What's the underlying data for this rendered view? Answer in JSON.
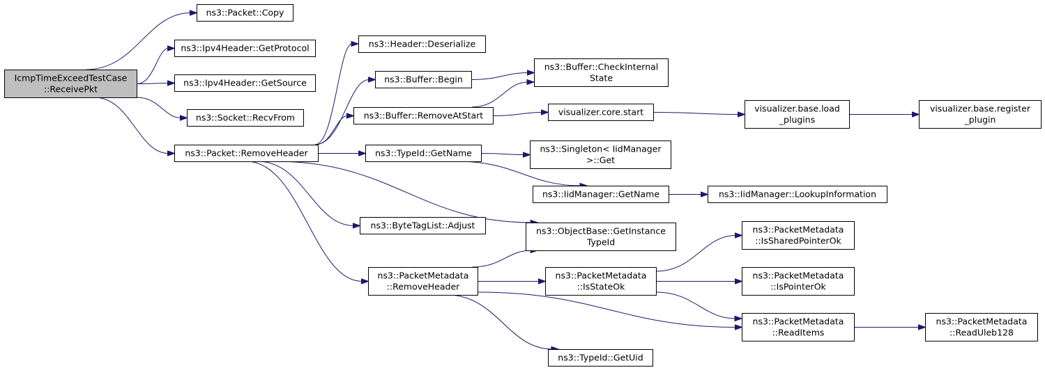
{
  "nodes": [
    {
      "id": "n0",
      "lines": [
        "IcmpTimeExceedTestCase",
        "::ReceivePkt"
      ],
      "root": true
    },
    {
      "id": "n1",
      "lines": [
        "ns3::Packet::Copy"
      ]
    },
    {
      "id": "n2",
      "lines": [
        "ns3::Ipv4Header::GetProtocol"
      ]
    },
    {
      "id": "n3",
      "lines": [
        "ns3::Ipv4Header::GetSource"
      ]
    },
    {
      "id": "n4",
      "lines": [
        "ns3::Socket::RecvFrom"
      ]
    },
    {
      "id": "n5",
      "lines": [
        "ns3::Packet::RemoveHeader"
      ]
    },
    {
      "id": "n6",
      "lines": [
        "ns3::Header::Deserialize"
      ]
    },
    {
      "id": "n7",
      "lines": [
        "ns3::Buffer::Begin"
      ]
    },
    {
      "id": "n8",
      "lines": [
        "ns3::Buffer::RemoveAtStart"
      ]
    },
    {
      "id": "n9",
      "lines": [
        "ns3::TypeId::GetName"
      ]
    },
    {
      "id": "n10",
      "lines": [
        "ns3::ByteTagList::Adjust"
      ]
    },
    {
      "id": "n11",
      "lines": [
        "ns3::PacketMetadata",
        "::RemoveHeader"
      ]
    },
    {
      "id": "n12",
      "lines": [
        "ns3::Buffer::CheckInternal",
        "State"
      ]
    },
    {
      "id": "n13",
      "lines": [
        "visualizer.core.start"
      ]
    },
    {
      "id": "n14",
      "lines": [
        "ns3::Singleton< IidManager",
        " >::Get"
      ]
    },
    {
      "id": "n15",
      "lines": [
        "ns3::IidManager::GetName"
      ]
    },
    {
      "id": "n16",
      "lines": [
        "ns3::ObjectBase::GetInstance",
        "TypeId"
      ]
    },
    {
      "id": "n17",
      "lines": [
        "ns3::PacketMetadata",
        "::IsStateOk"
      ]
    },
    {
      "id": "n18",
      "lines": [
        "ns3::TypeId::GetUid"
      ]
    },
    {
      "id": "n19",
      "lines": [
        "visualizer.base.load",
        "_plugins"
      ]
    },
    {
      "id": "n20",
      "lines": [
        "visualizer.base.register",
        "_plugin"
      ]
    },
    {
      "id": "n21",
      "lines": [
        "ns3::IidManager::LookupInformation"
      ]
    },
    {
      "id": "n22",
      "lines": [
        "ns3::PacketMetadata",
        "::IsSharedPointerOk"
      ]
    },
    {
      "id": "n23",
      "lines": [
        "ns3::PacketMetadata",
        "::IsPointerOk"
      ]
    },
    {
      "id": "n24",
      "lines": [
        "ns3::PacketMetadata",
        "::ReadItems"
      ]
    },
    {
      "id": "n25",
      "lines": [
        "ns3::PacketMetadata",
        "::ReadUleb128"
      ]
    }
  ],
  "edges": [
    {
      "from": "n0",
      "to": "n1"
    },
    {
      "from": "n0",
      "to": "n2"
    },
    {
      "from": "n0",
      "to": "n3"
    },
    {
      "from": "n0",
      "to": "n4"
    },
    {
      "from": "n0",
      "to": "n5"
    },
    {
      "from": "n5",
      "to": "n6"
    },
    {
      "from": "n5",
      "to": "n7"
    },
    {
      "from": "n5",
      "to": "n8"
    },
    {
      "from": "n5",
      "to": "n9"
    },
    {
      "from": "n5",
      "to": "n10"
    },
    {
      "from": "n5",
      "to": "n11"
    },
    {
      "from": "n5",
      "to": "n16"
    },
    {
      "from": "n7",
      "to": "n12"
    },
    {
      "from": "n8",
      "to": "n12"
    },
    {
      "from": "n8",
      "to": "n13"
    },
    {
      "from": "n13",
      "to": "n19"
    },
    {
      "from": "n19",
      "to": "n20"
    },
    {
      "from": "n9",
      "to": "n14"
    },
    {
      "from": "n9",
      "to": "n15"
    },
    {
      "from": "n15",
      "to": "n21"
    },
    {
      "from": "n11",
      "to": "n16"
    },
    {
      "from": "n11",
      "to": "n17"
    },
    {
      "from": "n11",
      "to": "n24"
    },
    {
      "from": "n11",
      "to": "n18"
    },
    {
      "from": "n17",
      "to": "n22"
    },
    {
      "from": "n17",
      "to": "n23"
    },
    {
      "from": "n17",
      "to": "n24"
    },
    {
      "from": "n24",
      "to": "n25"
    }
  ]
}
